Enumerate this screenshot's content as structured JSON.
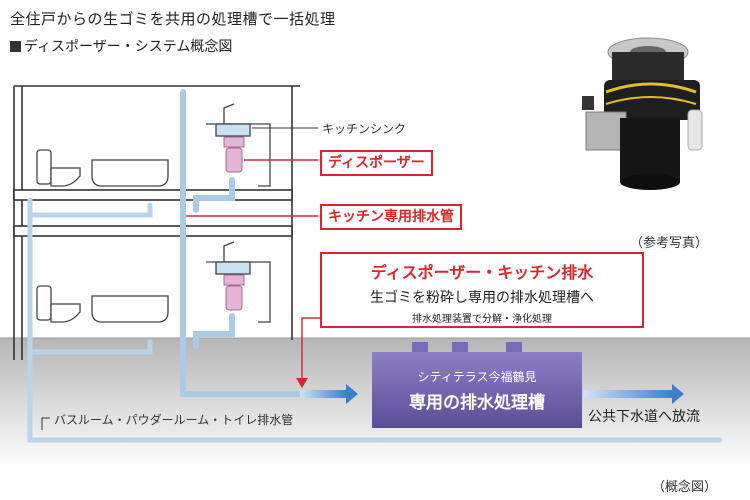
{
  "headline": "全住戸からの生ゴミを共用の処理槽で一括処理",
  "subheading": "ディスポーザー・システム概念図",
  "labels": {
    "kitchen_sink": "キッチンシンク",
    "disposer": "ディスポーザー",
    "kitchen_drain_pipe": "キッチン専用排水管",
    "drain_title": "ディスポーザー・キッチン排水",
    "drain_line1": "生ゴミを粉砕し専用の排水処理槽へ",
    "drain_line2": "排水処理装置で分解・浄化処理",
    "tank_line1": "シティテラス今福鶴見",
    "tank_line2": "専用の排水処理槽",
    "public_sewer": "公共下水道へ放流",
    "bath_drain": "バスルーム・パウダールーム・トイレ排水管",
    "photo_caption": "（参考写真）",
    "diagram_caption": "（概念図）"
  },
  "colors": {
    "accent_red": "#d8262c",
    "pipe_blue": "#a9cbe6",
    "flow_blue": "#3d7fc8",
    "tank_purple": "#6f5fa8",
    "disposer_pink": "#e5b3d6",
    "ground_gray": "#c9c9c9"
  }
}
